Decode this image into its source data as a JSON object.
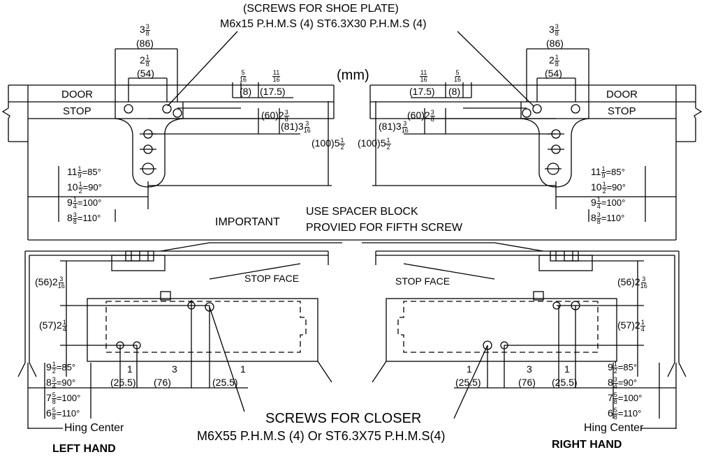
{
  "header": {
    "shoe_plate_title": "(SCREWS FOR SHOE PLATE)",
    "shoe_plate_screws": "M6x15 P.H.M.S (4) ST6.3X30 P.H.M.S (4)",
    "unit": "(mm)"
  },
  "labels": {
    "door": "DOOR",
    "stop": "STOP",
    "important": "IMPORTANT",
    "spacer_line1": "USE SPACER BLOCK",
    "spacer_line2": "PROVIED FOR FIFTH SCREW",
    "stop_face": "STOP FACE",
    "screws_closer_title": "SCREWS FOR CLOSER",
    "screws_closer_spec": "M6X55  P.H.M.S (4) Or ST6.3X75 P.H.M.S(4)",
    "hing_center": "Hing Center",
    "left_hand": "LEFT HAND",
    "right_hand": "RIGHT  HAND"
  },
  "dims": {
    "w86_mm": "(86)",
    "w86_whole": "3",
    "w86_num": "3",
    "w86_den": "8",
    "w54_mm": "(54)",
    "w54_whole": "2",
    "w54_num": "1",
    "w54_den": "8",
    "d8_num": "5",
    "d8_den": "16",
    "d8_mm": "(8)",
    "d17_num": "11",
    "d17_den": "16",
    "d17_mm": "(17.5)",
    "h60_mm": "(60)",
    "h60_whole": "2",
    "h60_num": "3",
    "h60_den": "8",
    "h81_mm": "(81)",
    "h81_whole": "3",
    "h81_num": "3",
    "h81_den": "16",
    "h100_mm": "(100)",
    "h100_whole": "5",
    "h100_num": "1",
    "h100_den": "2",
    "v56_mm": "(56)",
    "v56_whole": "2",
    "v56_num": "3",
    "v56_den": "16",
    "v57_mm": "(57)",
    "v57_whole": "2",
    "v57_num": "1",
    "v57_den": "4",
    "b255_mm": "(25.5)",
    "b255_whole": "1",
    "b76_mm": "(76)",
    "b76_whole": "3"
  },
  "angle_table_top": [
    {
      "whole": "11",
      "num": "1",
      "den": "9",
      "angle": "=85°"
    },
    {
      "whole": "10",
      "num": "1",
      "den": "2",
      "angle": "=90°"
    },
    {
      "whole": "9",
      "num": "1",
      "den": "4",
      "angle": "=100°"
    },
    {
      "whole": "8",
      "num": "3",
      "den": "8",
      "angle": "=110°"
    }
  ],
  "angle_table_bottom": [
    {
      "whole": "9",
      "num": "1",
      "den": "2",
      "angle": "=85°"
    },
    {
      "whole": "8",
      "num": "3",
      "den": "4",
      "angle": "=90°"
    },
    {
      "whole": "7",
      "num": "5",
      "den": "8",
      "angle": "=100°"
    },
    {
      "whole": "6",
      "num": "5",
      "den": "8",
      "angle": "=110°"
    }
  ]
}
